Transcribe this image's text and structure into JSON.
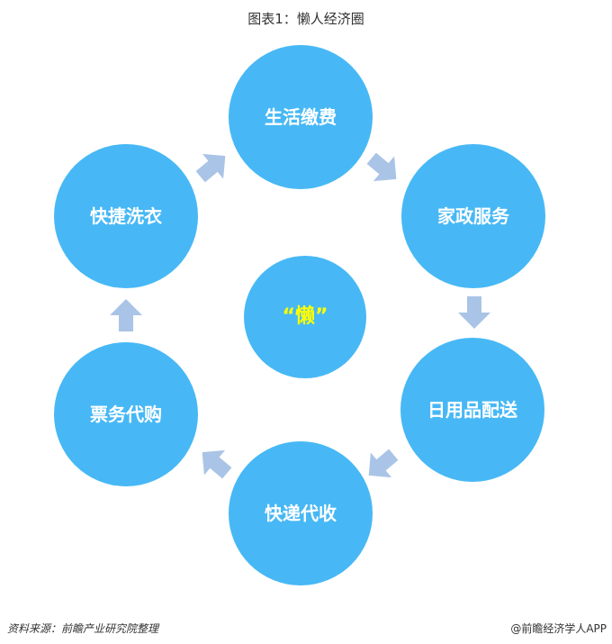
{
  "title": "图表1：懒人经济圈",
  "center_label": "“懒”",
  "nodes": [
    "生活缴费",
    "家政服务",
    "日用品配送",
    "快递代收",
    "票务代购",
    "快捷洗衣"
  ],
  "colors": {
    "circle": "#47B8F5",
    "arrow": "#A9C4E6",
    "center_text": "#FFFF00"
  },
  "footer": {
    "source": "资料来源：前瞻产业研究院整理",
    "credit": "@前瞻经济学人APP"
  }
}
